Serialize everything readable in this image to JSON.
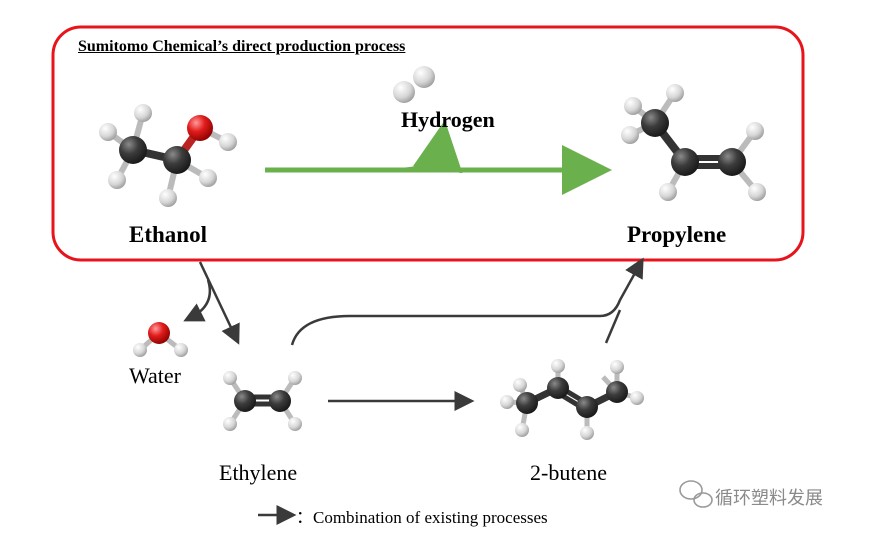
{
  "box_title": "Sumitomo Chemical’s direct production process",
  "labels": {
    "ethanol": "Ethanol",
    "hydrogen": "Hydrogen",
    "propylene": "Propylene",
    "water": "Water",
    "ethylene": "Ethylene",
    "butene": "2-butene"
  },
  "legend": {
    "text": "：Combination of existing processes"
  },
  "watermark": {
    "text": "循环塑料发展"
  },
  "colors": {
    "box_border": "#e8141c",
    "direct_arrow": "#6ab04c",
    "existing_arrow": "#3a3a3a",
    "carbon": "#333333",
    "hydrogen_atom": "#d8d8d8",
    "oxygen": "#d4141c",
    "watermark": "#8a8a8a"
  }
}
